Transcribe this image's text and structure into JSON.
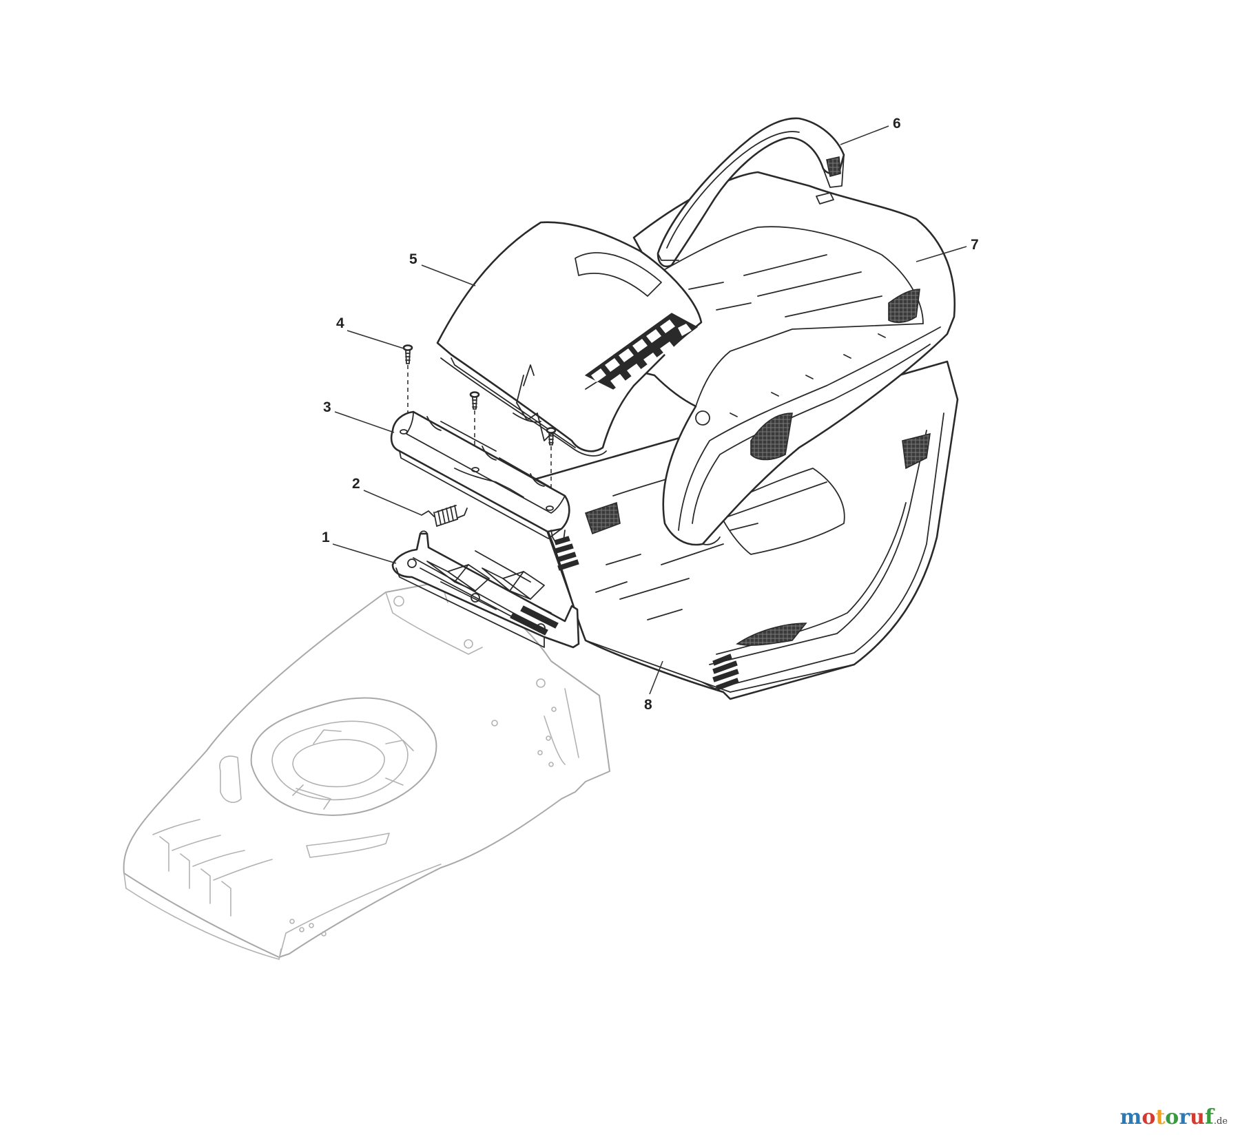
{
  "diagram": {
    "parts": [
      {
        "number": "1",
        "part": "base-bracket"
      },
      {
        "number": "2",
        "part": "spring"
      },
      {
        "number": "3",
        "part": "flap"
      },
      {
        "number": "4",
        "part": "screw"
      },
      {
        "number": "5",
        "part": "cover"
      },
      {
        "number": "6",
        "part": "handle"
      },
      {
        "number": "7",
        "part": "catcher-top"
      },
      {
        "number": "8",
        "part": "catcher-bottom"
      }
    ]
  },
  "watermark": {
    "letters": [
      "m",
      "o",
      "t",
      "o",
      "r",
      "u",
      "f"
    ],
    "colors": [
      "#2a7ab8",
      "#d43a2f",
      "#f0a21f",
      "#3a9a3f",
      "#2a7ab8",
      "#d43a2f",
      "#3a9a3f"
    ],
    "tld": ".de"
  }
}
